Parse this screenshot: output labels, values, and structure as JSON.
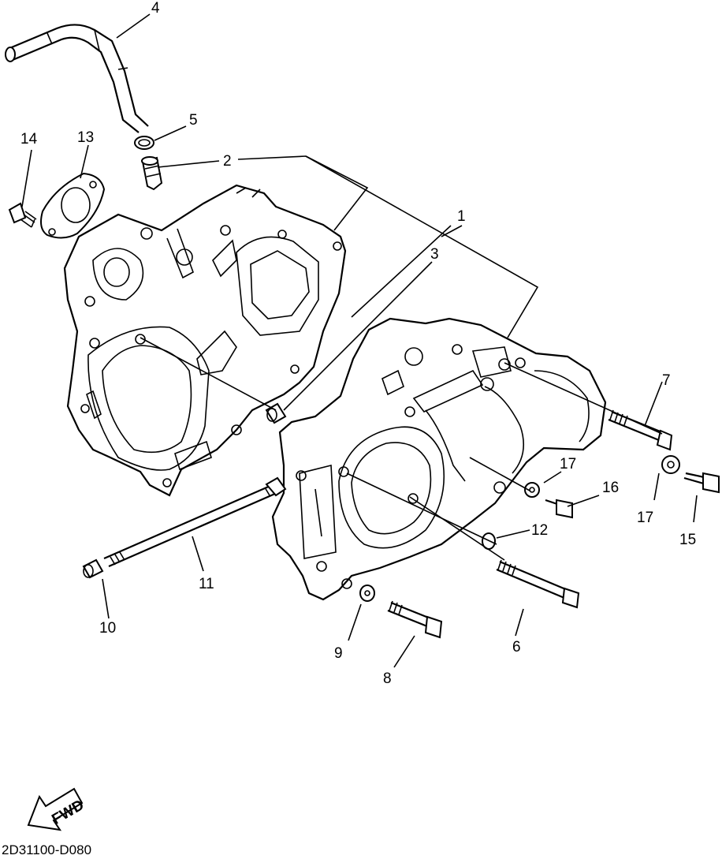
{
  "diagram": {
    "callouts": [
      "1",
      "2",
      "3",
      "4",
      "5",
      "6",
      "7",
      "8",
      "9",
      "10",
      "11",
      "12",
      "13",
      "14",
      "15",
      "16",
      "17",
      "17"
    ],
    "fwd_label": "FWD",
    "code": "2D31100-D080"
  }
}
